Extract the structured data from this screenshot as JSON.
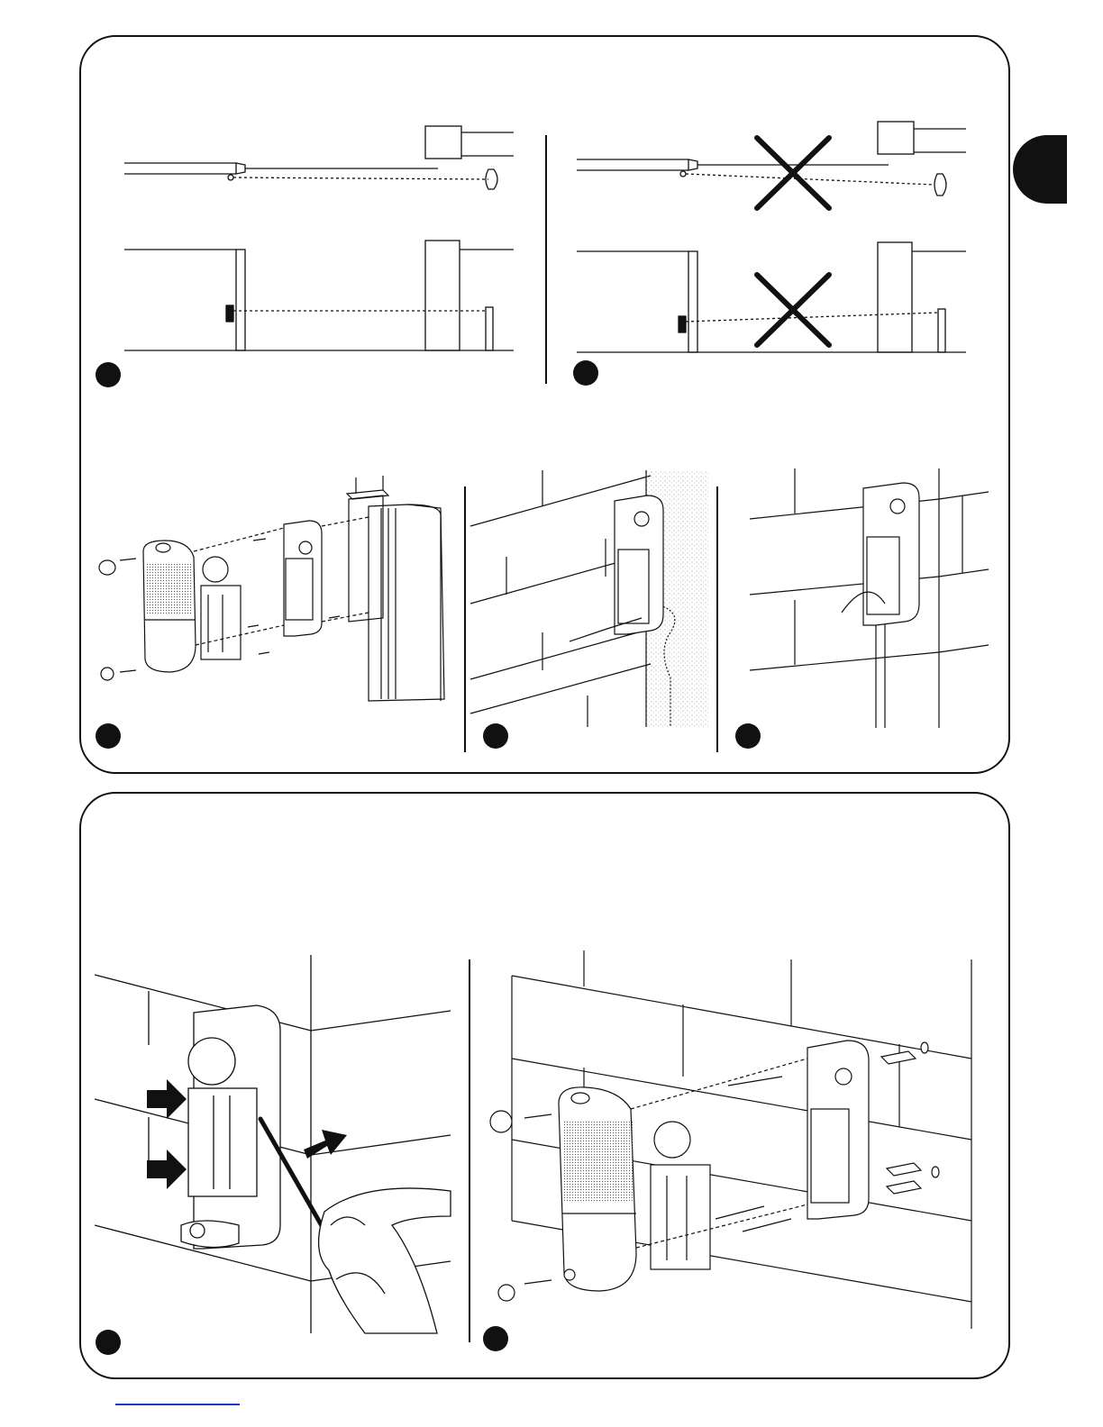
{
  "document": {
    "panels": [
      {
        "id": "panel-top",
        "figures": [
          {
            "name": "correct-alignment",
            "rows": [
              "top-view",
              "front-view"
            ],
            "marked_wrong": false
          },
          {
            "name": "incorrect-alignment",
            "rows": [
              "top-view",
              "front-view"
            ],
            "marked_wrong": true
          },
          {
            "name": "exploded-column-mount"
          },
          {
            "name": "wall-mount-with-conduit"
          },
          {
            "name": "wall-mount-with-pipe"
          }
        ]
      },
      {
        "id": "panel-bottom",
        "figures": [
          {
            "name": "remove-board-with-screwdriver",
            "arrows": 3
          },
          {
            "name": "exploded-wall-mount"
          }
        ]
      }
    ],
    "colors": {
      "ink": "#111111",
      "paper": "#ffffff",
      "footer_rule": "#1a3cc8"
    }
  }
}
